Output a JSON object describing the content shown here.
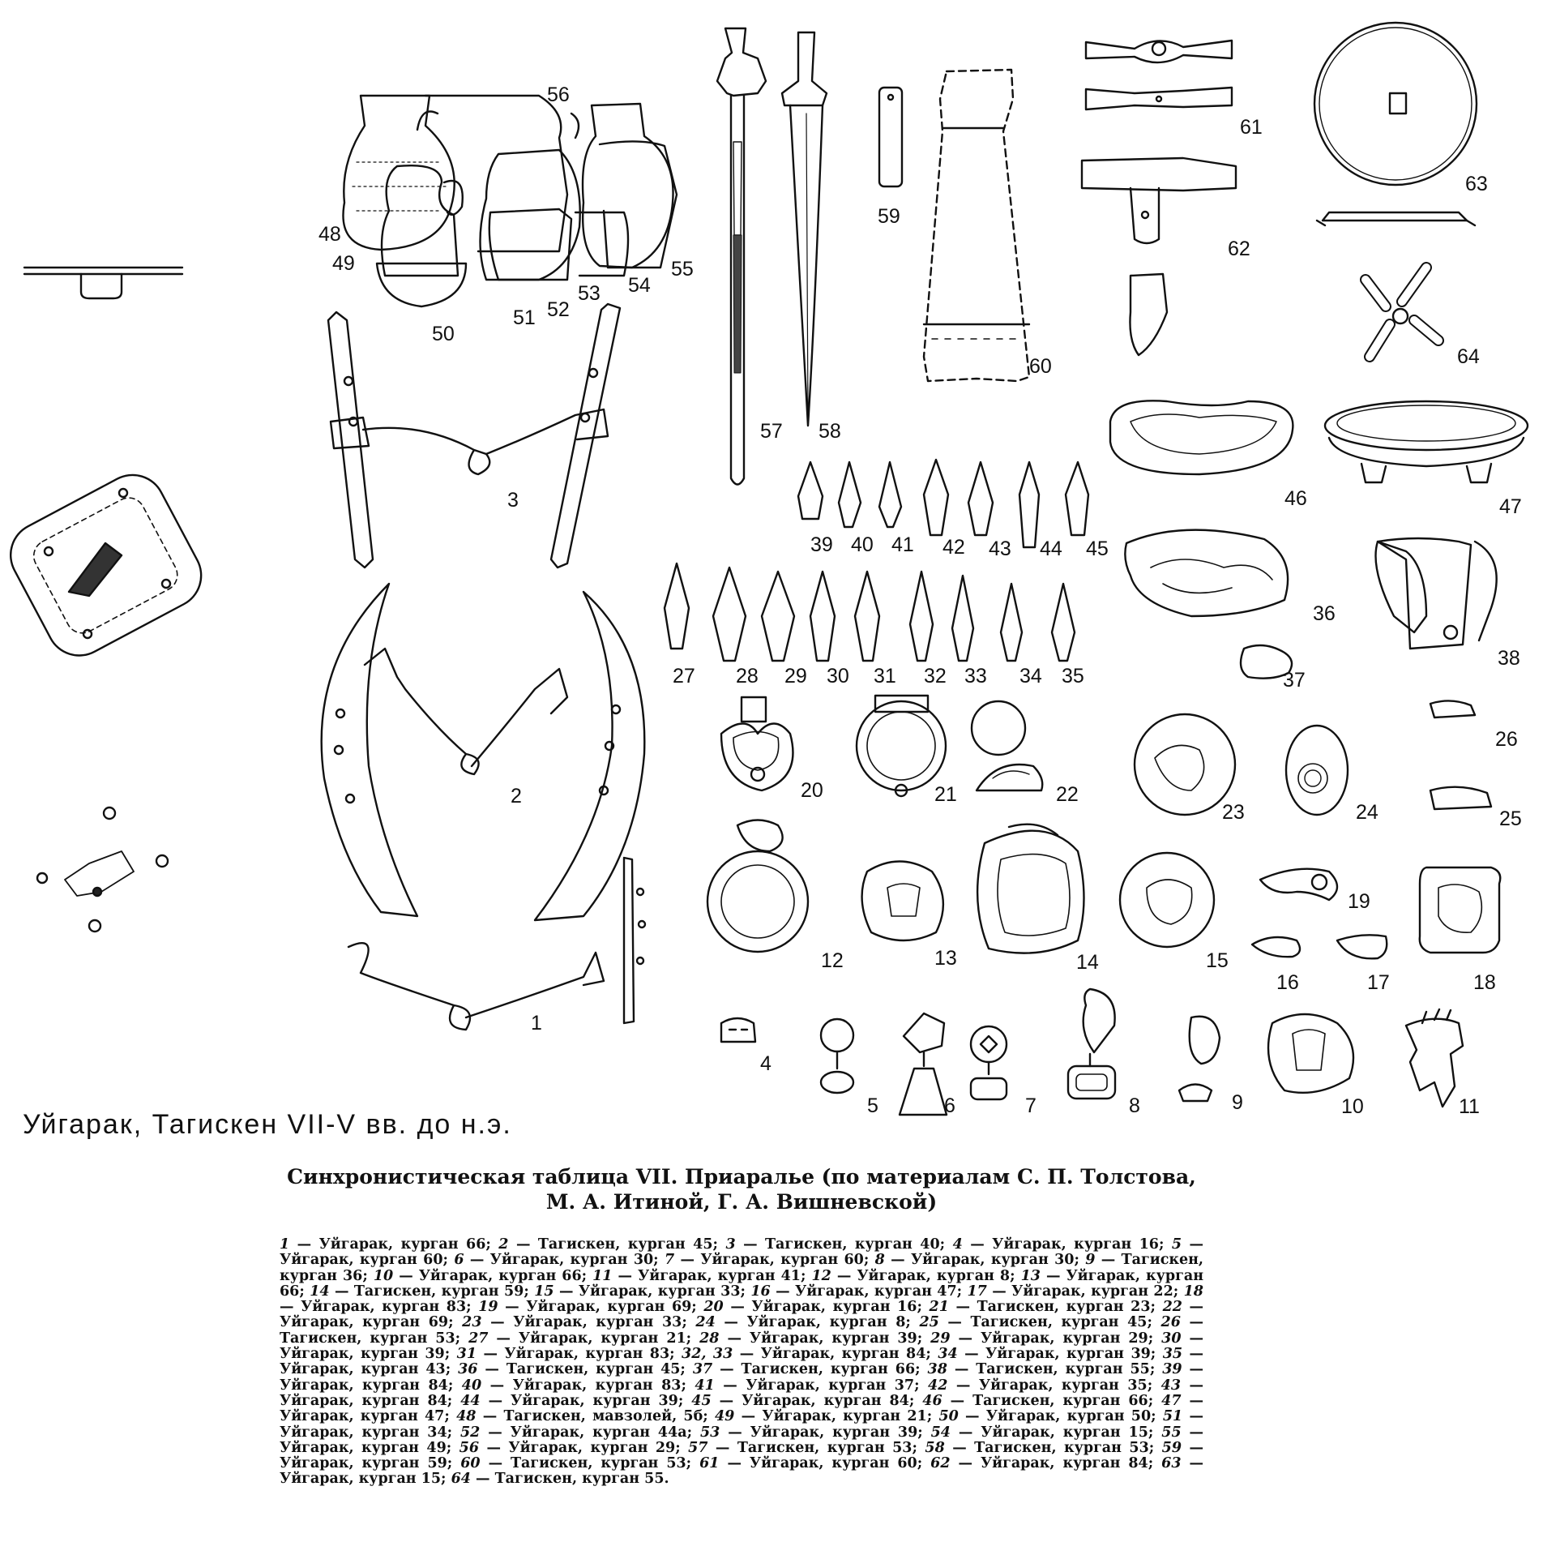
{
  "plate": {
    "heading": "Уйгарак, Тагискен VII-V вв. до н.э.",
    "title": "Синхронистическая таблица VII. Приаралье (по материалам С. П. Толстова, М. А. Итиной, Г. А. Вишневской)",
    "labels": [
      "1",
      "2",
      "3",
      "4",
      "5",
      "6",
      "7",
      "8",
      "9",
      "10",
      "11",
      "12",
      "13",
      "14",
      "15",
      "16",
      "17",
      "18",
      "19",
      "20",
      "21",
      "22",
      "23",
      "24",
      "25",
      "26",
      "27",
      "28",
      "29",
      "30",
      "31",
      "32",
      "33",
      "34",
      "35",
      "36",
      "37",
      "38",
      "39",
      "40",
      "41",
      "42",
      "43",
      "44",
      "45",
      "46",
      "47",
      "48",
      "49",
      "50",
      "51",
      "52",
      "53",
      "54",
      "55",
      "56",
      "57",
      "58",
      "59",
      "60",
      "61",
      "62",
      "63",
      "64"
    ],
    "legend": [
      {
        "n": "1",
        "t": "Уйгарак, курган 66"
      },
      {
        "n": "2",
        "t": "Тагискен, курган 45"
      },
      {
        "n": "3",
        "t": "Тагискен, курган 40"
      },
      {
        "n": "4",
        "t": "Уйгарак, курган 16"
      },
      {
        "n": "5",
        "t": "Уйгарак, курган 60"
      },
      {
        "n": "6",
        "t": "Уйгарак, курган 30"
      },
      {
        "n": "7",
        "t": "Уйгарак, курган 60"
      },
      {
        "n": "8",
        "t": "Уйгарак, курган 30"
      },
      {
        "n": "9",
        "t": "Тагискен, курган 36"
      },
      {
        "n": "10",
        "t": "Уйгарак, курган 66"
      },
      {
        "n": "11",
        "t": "Уйгарак, курган 41"
      },
      {
        "n": "12",
        "t": "Уйгарак, курган 8"
      },
      {
        "n": "13",
        "t": "Уйгарак, курган 66"
      },
      {
        "n": "14",
        "t": "Тагискен, курган 59"
      },
      {
        "n": "15",
        "t": "Уйгарак, курган 33"
      },
      {
        "n": "16",
        "t": "Уйгарак, курган 47"
      },
      {
        "n": "17",
        "t": "Уйгарак, курган 22"
      },
      {
        "n": "18",
        "t": "Уйгарак, курган 83"
      },
      {
        "n": "19",
        "t": "Уйгарак, курган 69"
      },
      {
        "n": "20",
        "t": "Уйгарак, курган 16"
      },
      {
        "n": "21",
        "t": "Тагискен, курган 23"
      },
      {
        "n": "22",
        "t": "Уйгарак, курган 69"
      },
      {
        "n": "23",
        "t": "Уйгарак, курган 33"
      },
      {
        "n": "24",
        "t": "Уйгарак, курган 8"
      },
      {
        "n": "25",
        "t": "Тагискен, курган 45"
      },
      {
        "n": "26",
        "t": "Тагискен, курган 53"
      },
      {
        "n": "27",
        "t": "Уйгарак, курган 21"
      },
      {
        "n": "28",
        "t": "Уйгарак, курган 39"
      },
      {
        "n": "29",
        "t": "Уйгарак, курган 29"
      },
      {
        "n": "30",
        "t": "Уйгарак, курган 39"
      },
      {
        "n": "31",
        "t": "Уйгарак, курган 83"
      },
      {
        "n": "32, 33",
        "t": "Уйгарак, курган 84"
      },
      {
        "n": "34",
        "t": "Уйгарак, курган 39"
      },
      {
        "n": "35",
        "t": "Уйгарак, курган 43"
      },
      {
        "n": "36",
        "t": "Тагискен, курган 45"
      },
      {
        "n": "37",
        "t": "Тагискен, курган 66"
      },
      {
        "n": "38",
        "t": "Тагискен, курган 55"
      },
      {
        "n": "39",
        "t": "Уйгарак, курган 84"
      },
      {
        "n": "40",
        "t": "Уйгарак, курган 83"
      },
      {
        "n": "41",
        "t": "Уйгарак, курган 37"
      },
      {
        "n": "42",
        "t": "Уйгарак, курган 35"
      },
      {
        "n": "43",
        "t": "Уйгарак, курган 84"
      },
      {
        "n": "44",
        "t": "Уйгарак, курган 39"
      },
      {
        "n": "45",
        "t": "Уйгарак, курган 84"
      },
      {
        "n": "46",
        "t": "Тагискен, курган 66"
      },
      {
        "n": "47",
        "t": "Уйгарак, курган 47"
      },
      {
        "n": "48",
        "t": "Тагискен, мавзолей, 5б"
      },
      {
        "n": "49",
        "t": "Уйгарак, курган 21"
      },
      {
        "n": "50",
        "t": "Уйгарак, курган 50"
      },
      {
        "n": "51",
        "t": "Уйгарак, курган 34"
      },
      {
        "n": "52",
        "t": "Уйгарак, курган 44а"
      },
      {
        "n": "53",
        "t": "Уйгарак, курган 39"
      },
      {
        "n": "54",
        "t": "Уйгарак, курган 15"
      },
      {
        "n": "55",
        "t": "Уйгарак, курган 49"
      },
      {
        "n": "56",
        "t": "Уйгарак, курган 29"
      },
      {
        "n": "57",
        "t": "Тагискен, курган 53"
      },
      {
        "n": "58",
        "t": "Тагискен, курган 53"
      },
      {
        "n": "59",
        "t": "Уйгарак, курган 59"
      },
      {
        "n": "60",
        "t": "Тагискен, курган 53"
      },
      {
        "n": "61",
        "t": "Уйгарак, курган 60"
      },
      {
        "n": "62",
        "t": "Уйгарак, курган 84"
      },
      {
        "n": "63",
        "t": "Уйгарак, курган 15"
      },
      {
        "n": "64",
        "t": "Тагискен, курган 55"
      }
    ]
  }
}
